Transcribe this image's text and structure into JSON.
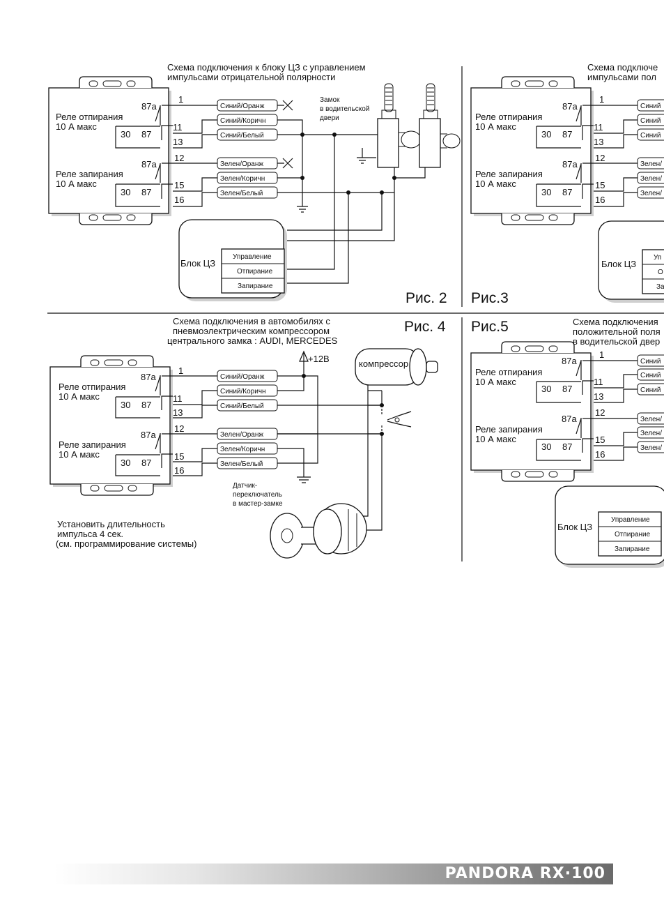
{
  "fig2": {
    "title_line1": "Схема подключения к блоку ЦЗ с управлением",
    "title_line2": "импульсами отрицательной полярности",
    "caption": "Рис. 2",
    "lock_line1": "Замок",
    "lock_line2": "в водительской",
    "lock_line3": "двери"
  },
  "fig3": {
    "title_line1": "Схема подключе",
    "title_line2": "импульсами пол",
    "caption": "Рис.3"
  },
  "fig4": {
    "title_line1": "Схема подключения в автомобилях с",
    "title_line2": "пневмоэлектрическим компрессором",
    "title_line3": "центрального замка : AUDI, MERCEDES",
    "caption": "Рис. 4",
    "plus12": "+12В",
    "compressor": "компрессор",
    "sensor_line1": "Датчик-",
    "sensor_line2": "переключатель",
    "sensor_line3": "в мастер-замке",
    "note_line1": "Установить длительность",
    "note_line2": "импульса 4 сек.",
    "note_line3": "(см. программирование системы)"
  },
  "fig5": {
    "caption": "Рис.5",
    "title_line1": "Схема подключения",
    "title_line2": "положительной поля",
    "title_line3": "в водительской двер"
  },
  "relay": {
    "unlock_line1": "Реле отпирания",
    "unlock_line2": "10 А макс",
    "lock_line1": "Реле запирания",
    "lock_line2": "10 А макс",
    "pin_87a": "87а",
    "pin_30": "30",
    "pin_87": "87",
    "out_1": "1",
    "out_11": "11",
    "out_13": "13",
    "out_12": "12",
    "out_15": "15",
    "out_16": "16"
  },
  "wires": {
    "blue_orange": "Синий/Оранж",
    "blue_brown": "Синий/Коричн",
    "blue_white": "Синий/Белый",
    "green_orange": "Зелен/Оранж",
    "green_brown": "Зелен/Коричн",
    "green_white": "Зелен/Белый",
    "cut_blue": "Синий",
    "cut_green": "Зелен/"
  },
  "cz_block": {
    "label": "Блок ЦЗ",
    "control": "Управление",
    "unlock": "Отпирание",
    "lock": "Запирание",
    "cut_control": "Уп",
    "cut_unlock": "О",
    "cut_lock": "За"
  },
  "footer": {
    "brand": "PANDORA RX·100"
  }
}
